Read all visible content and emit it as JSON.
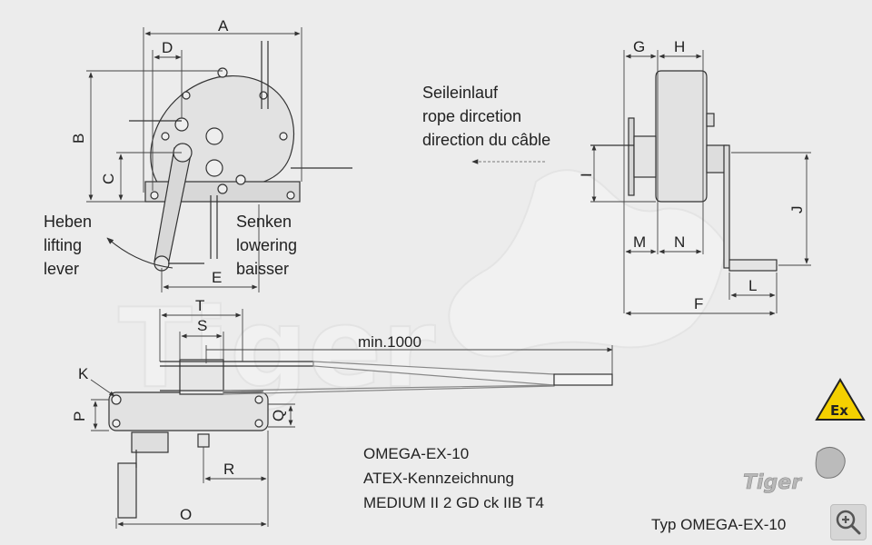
{
  "dimensions": {
    "A": "A",
    "B": "B",
    "C": "C",
    "D": "D",
    "E": "E",
    "F": "F",
    "G": "G",
    "H": "H",
    "I": "I",
    "J": "J",
    "K": "K",
    "L": "L",
    "M": "M",
    "N": "N",
    "O": "O",
    "P": "P",
    "Q": "Q",
    "R": "R",
    "S": "S",
    "T": "T"
  },
  "min_length_label": "min.1000",
  "lifting": [
    "Heben",
    "lifting",
    "lever"
  ],
  "lowering": [
    "Senken",
    "lowering",
    "baisser"
  ],
  "rope_direction": [
    "Seileinlauf",
    "rope dircetion",
    "direction du câble"
  ],
  "info": [
    "OMEGA-EX-10",
    "ATEX-Kennzeichnung",
    "MEDIUM II 2 GD ck IIB T4"
  ],
  "type_label": "Typ OMEGA-EX-10",
  "watermark": "Tiger",
  "logo_text": "Tiger",
  "ex_mark": "Ex",
  "colors": {
    "line": "#333333",
    "fill": "#dcdcdc",
    "ex_yellow": "#f4d000",
    "background": "#ececec"
  },
  "icons": {
    "zoom": "zoom-in-icon"
  }
}
